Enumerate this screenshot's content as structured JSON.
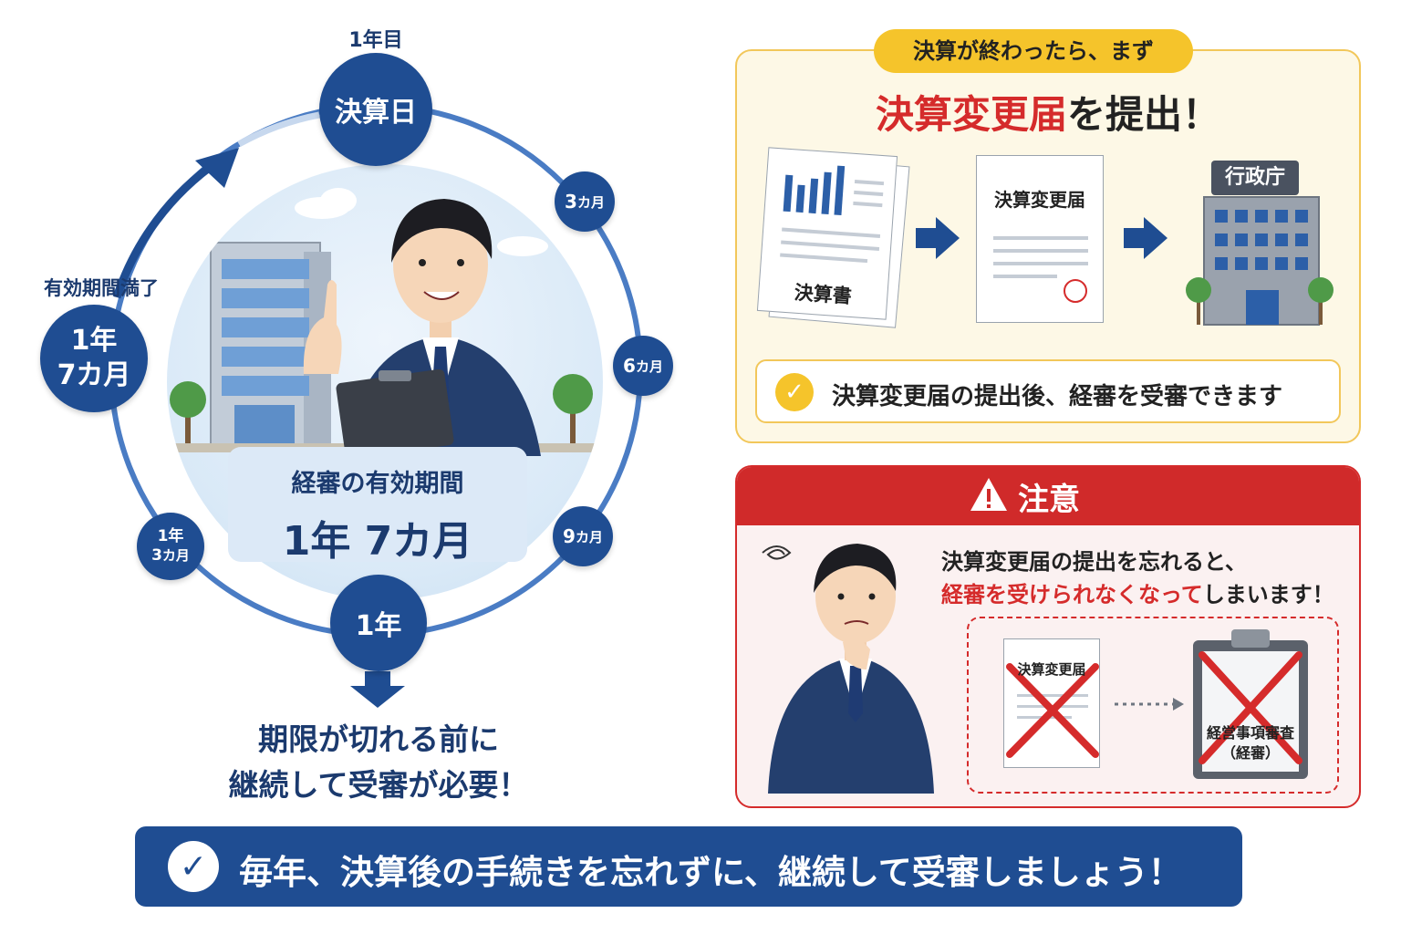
{
  "cycle": {
    "top_caption": "1年目",
    "top_node": "決算日",
    "m3": {
      "num": "3",
      "unit": "カ月"
    },
    "m6": {
      "num": "6",
      "unit": "カ月"
    },
    "m9": {
      "num": "9",
      "unit": "カ月"
    },
    "y1": "1年",
    "y1m3": {
      "line1": "1年",
      "num": "3",
      "unit": "カ月"
    },
    "expiry_caption": "有効期間満了",
    "expiry_node": {
      "line1": "1年",
      "line2": "7カ月"
    },
    "valid_label": "経審の有効期間",
    "valid_value": "1年 7カ月",
    "deadline_line1": "期限が切れる前に",
    "deadline_line2": "継続して受審が必要！"
  },
  "panel1": {
    "tag": "決算が終わったら、まず",
    "headline_red": "決算変更届",
    "headline_rest": "を提出！",
    "doc1_label": "決算書",
    "doc2_label": "決算変更届",
    "building_label": "行政庁",
    "info": "決算変更届の提出後、経審を受審できます"
  },
  "panel2": {
    "title": "注意",
    "line1": "決算変更届の提出を忘れると、",
    "line2_red": "経審を受けられなくなって",
    "line2_rest": "しまいます！",
    "doc_label": "決算変更届",
    "clip_line1": "経営事項審査",
    "clip_line2": "（経審）"
  },
  "bottom": {
    "text": "毎年、決算後の手続きを忘れずに、継続して受審しましょう！"
  },
  "colors": {
    "navy": "#1f4d92",
    "light_blue": "#dce9f7",
    "yellow": "#f5c42b",
    "red": "#d52b2b",
    "cream": "#fdf8e6"
  }
}
